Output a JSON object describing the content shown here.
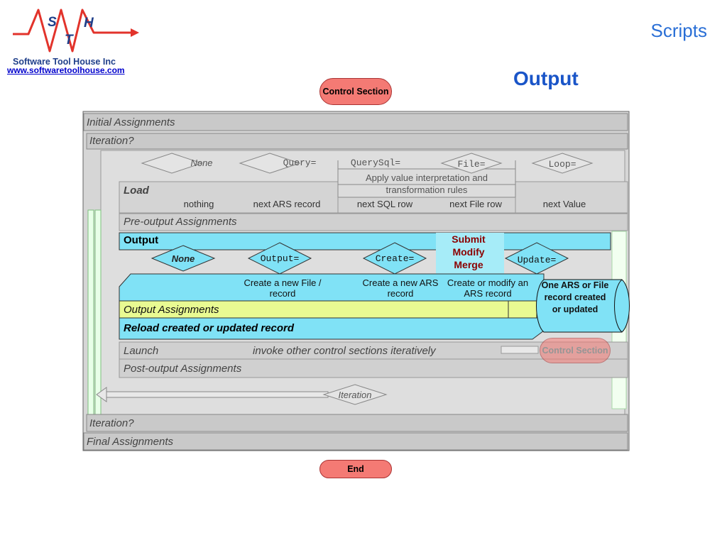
{
  "header": {
    "logo_letters": [
      "S",
      "T",
      "H"
    ],
    "company": "Software Tool House Inc",
    "url": "www.softwaretoolhouse.com",
    "section": "Scripts",
    "title": "Output"
  },
  "colors": {
    "output_band": "#80e2f6",
    "output_assign": "#e9fa92",
    "pill": "#f47a74",
    "grey_band": "#cfcfcf",
    "text_blue": "#1a55c8"
  },
  "nodes": {
    "control_section_top": "Control Section",
    "end": "End",
    "control_section_right": "Control Section"
  },
  "bands": {
    "initial": "Initial Assignments",
    "iteration_top": "Iteration?",
    "load": "Load",
    "pre_output": "Pre-output Assignments",
    "output": "Output",
    "output_assignments": "Output Assignments",
    "reload": "Reload created or updated record",
    "launch": "Launch",
    "launch_note": "invoke other control sections iteratively",
    "post_output": "Post-output Assignments",
    "iteration_bottom": "Iteration?",
    "final": "Final Assignments"
  },
  "iteration_diamonds": [
    {
      "label": "None",
      "italic": true
    },
    {
      "label": "Query=",
      "italic": false
    },
    {
      "label": "QuerySql=",
      "italic": false
    },
    {
      "label": "File=",
      "italic": false
    },
    {
      "label": "Loop=",
      "italic": false
    }
  ],
  "load_results": [
    "nothing",
    "next ARS record",
    "next SQL row",
    "next File row",
    "next Value"
  ],
  "value_rules": "Apply value interpretation and transformation rules",
  "output_diamonds": [
    "None",
    "Output=",
    "Create=",
    "Update="
  ],
  "submit_box": "Submit Modify Merge",
  "output_results": [
    "Create a new File / record",
    "Create a new ARS record",
    "Create or modify an ARS record"
  ],
  "cylinder": "One ARS or File record created or updated",
  "iteration_loop": "Iteration"
}
